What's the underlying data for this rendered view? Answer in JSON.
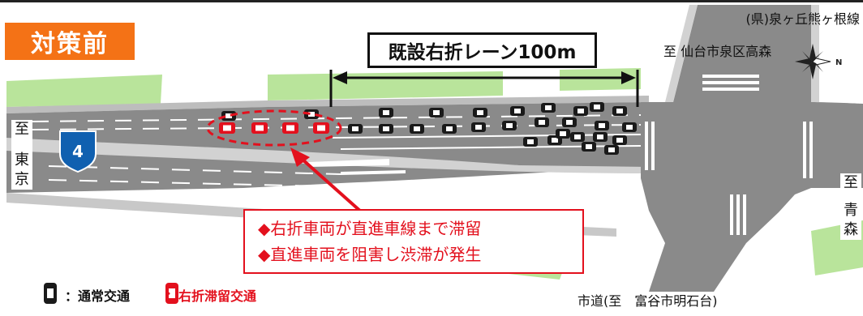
{
  "title": "対策前",
  "route_label": "(県)泉ヶ丘熊ヶ根線",
  "lane_box": "既設右折レーン100m",
  "dir_top": "至 仙台市泉区高森",
  "dir_left": [
    "至",
    "東",
    "京"
  ],
  "dir_right": [
    "至",
    "青",
    "森"
  ],
  "dir_bottom": "市道(至　富谷市明石台)",
  "route_shield_number": "4",
  "issues": [
    "◆右折車両が直進車線まで滞留",
    "◆直進車両を阻害し渋滞が発生"
  ],
  "legend": {
    "normal": "：通常交通",
    "queue": "：右折滞留交通"
  },
  "colors": {
    "accent": "#f47216",
    "alert": "#e3101d",
    "road": "#8a8a8a",
    "median": "#cfcfcf",
    "green": "#b9e49b",
    "shield": "#1060b0"
  }
}
